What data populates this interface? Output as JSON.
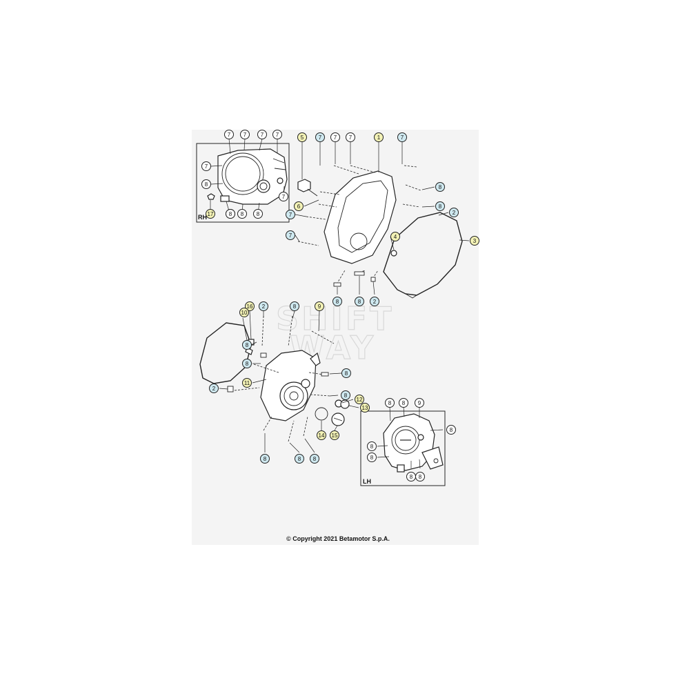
{
  "panels": {
    "rh_label": "RH",
    "lh_label": "LH"
  },
  "watermark": {
    "line1": "SHIFT",
    "line2": "WAY"
  },
  "copyright": "© Copyright 2021 Betamotor S.p.A.",
  "colors": {
    "yellow": "#f3f2b6",
    "blue": "#cfe9f0",
    "white": "#ffffff"
  },
  "callouts": {
    "rh_inset": [
      {
        "label": "7",
        "color": "white"
      },
      {
        "label": "7",
        "color": "white"
      },
      {
        "label": "7",
        "color": "white"
      },
      {
        "label": "7",
        "color": "white"
      },
      {
        "label": "7",
        "color": "white"
      },
      {
        "label": "8",
        "color": "white"
      },
      {
        "label": "7",
        "color": "white"
      },
      {
        "label": "8",
        "color": "white"
      },
      {
        "label": "17",
        "color": "yellow"
      },
      {
        "label": "8",
        "color": "white"
      },
      {
        "label": "8",
        "color": "white"
      },
      {
        "label": "8",
        "color": "white"
      }
    ],
    "clutch_cover": [
      {
        "label": "5",
        "color": "yellow"
      },
      {
        "label": "7",
        "color": "blue"
      },
      {
        "label": "7",
        "color": "white"
      },
      {
        "label": "7",
        "color": "white"
      },
      {
        "label": "1",
        "color": "yellow"
      },
      {
        "label": "7",
        "color": "blue"
      },
      {
        "label": "8",
        "color": "blue"
      },
      {
        "label": "6",
        "color": "yellow"
      },
      {
        "label": "8",
        "color": "blue"
      },
      {
        "label": "2",
        "color": "blue"
      },
      {
        "label": "7",
        "color": "blue"
      },
      {
        "label": "3",
        "color": "yellow"
      },
      {
        "label": "4",
        "color": "yellow"
      },
      {
        "label": "7",
        "color": "blue"
      },
      {
        "label": "8",
        "color": "blue"
      },
      {
        "label": "8",
        "color": "blue"
      },
      {
        "label": "2",
        "color": "blue"
      }
    ],
    "ignition_cover": [
      {
        "label": "16",
        "color": "yellow"
      },
      {
        "label": "10",
        "color": "yellow"
      },
      {
        "label": "2",
        "color": "blue"
      },
      {
        "label": "8",
        "color": "blue"
      },
      {
        "label": "9",
        "color": "yellow"
      },
      {
        "label": "8",
        "color": "blue"
      },
      {
        "label": "8",
        "color": "blue"
      },
      {
        "label": "11",
        "color": "yellow"
      },
      {
        "label": "8",
        "color": "blue"
      },
      {
        "label": "2",
        "color": "blue"
      },
      {
        "label": "8",
        "color": "blue"
      },
      {
        "label": "12",
        "color": "yellow"
      },
      {
        "label": "13",
        "color": "yellow"
      },
      {
        "label": "14",
        "color": "yellow"
      },
      {
        "label": "15",
        "color": "yellow"
      },
      {
        "label": "8",
        "color": "blue"
      },
      {
        "label": "8",
        "color": "blue"
      },
      {
        "label": "8",
        "color": "blue"
      }
    ],
    "lh_inset": [
      {
        "label": "8",
        "color": "white"
      },
      {
        "label": "8",
        "color": "white"
      },
      {
        "label": "9",
        "color": "white"
      },
      {
        "label": "8",
        "color": "white"
      },
      {
        "label": "8",
        "color": "white"
      },
      {
        "label": "8",
        "color": "white"
      },
      {
        "label": "8",
        "color": "white"
      },
      {
        "label": "8",
        "color": "white"
      }
    ]
  }
}
